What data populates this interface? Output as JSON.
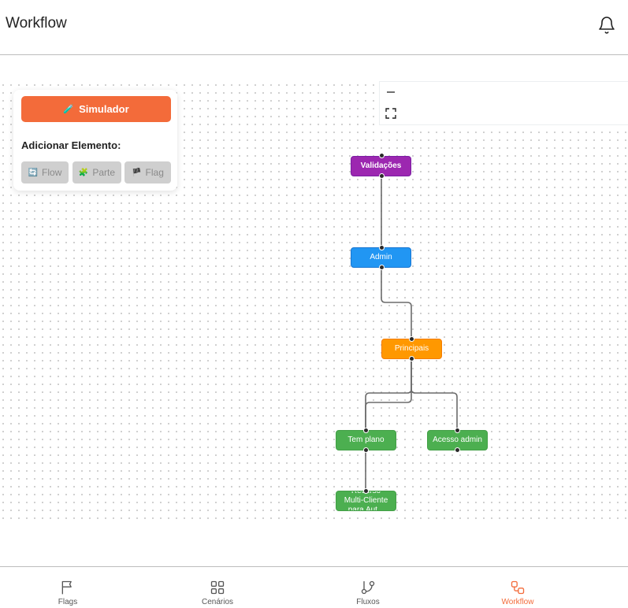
{
  "header": {
    "title": "Workflow",
    "notification_icon": "bell-icon"
  },
  "toolbar": {
    "zoom_out_icon": "minus-icon",
    "fullscreen_icon": "fullscreen-icon"
  },
  "panel": {
    "simulator_label": "Simulador",
    "simulator_icon": "🧪",
    "add_element_label": "Adicionar Elemento:",
    "buttons": [
      {
        "icon": "🔄",
        "label": "Flow"
      },
      {
        "icon": "🧩",
        "label": "Parte"
      },
      {
        "icon": "🏴",
        "label": "Flag"
      }
    ]
  },
  "nodes": {
    "validacoes": {
      "label": "Validações",
      "color": "#9c27b0"
    },
    "admin": {
      "label": "Admin",
      "color": "#2196f3"
    },
    "principais": {
      "label": "Principais",
      "color": "#ff9800"
    },
    "tem_plano": {
      "label": "Tem plano",
      "color": "#4caf50"
    },
    "acesso_admin": {
      "label": "Acesso admin",
      "color": "#4caf50"
    },
    "recurso": {
      "label": "Recurso Multi-Cliente para Aut...",
      "color": "#4caf50"
    }
  },
  "nav": {
    "items": [
      {
        "label": "Flags",
        "icon": "flag-icon"
      },
      {
        "label": "Cenários",
        "icon": "grid-icon"
      },
      {
        "label": "Fluxos",
        "icon": "git-branch-icon"
      },
      {
        "label": "Workflow",
        "icon": "workflow-icon",
        "active": true
      }
    ],
    "active_color": "#f36b3a"
  }
}
